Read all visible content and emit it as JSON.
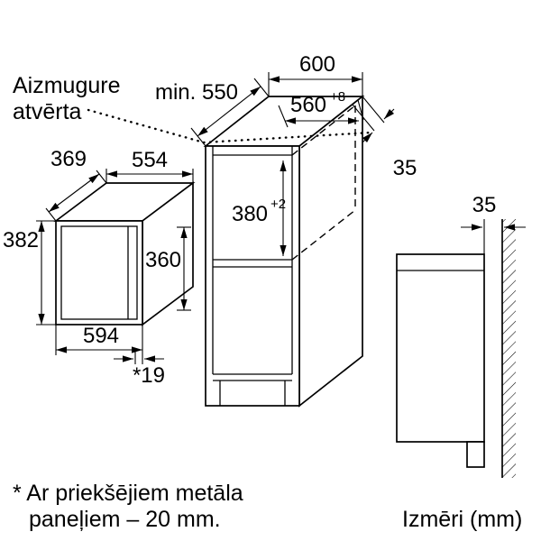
{
  "colors": {
    "background": "#ffffff",
    "ink": "#000000"
  },
  "callouts": {
    "back_open_line1": "Aizmugure",
    "back_open_line2": "atvērta",
    "footnote_line1": "* Ar priekšējiem metāla",
    "footnote_line2": "paneļiem – 20 mm.",
    "units_label": "Izmēri (mm)"
  },
  "dimensions": {
    "cabinet_width": "600",
    "min_niche_depth": "min. 550",
    "niche_width": "560",
    "niche_width_tolerance": "+8",
    "top_rear_gap": "35",
    "appliance_depth": "369",
    "appliance_width": "554",
    "appliance_height": "382",
    "appliance_front_height": "360",
    "niche_height": "380",
    "niche_height_tolerance": "+2",
    "appliance_front_width": "594",
    "door_protrusion": "*19",
    "rear_wall_gap": "35"
  }
}
